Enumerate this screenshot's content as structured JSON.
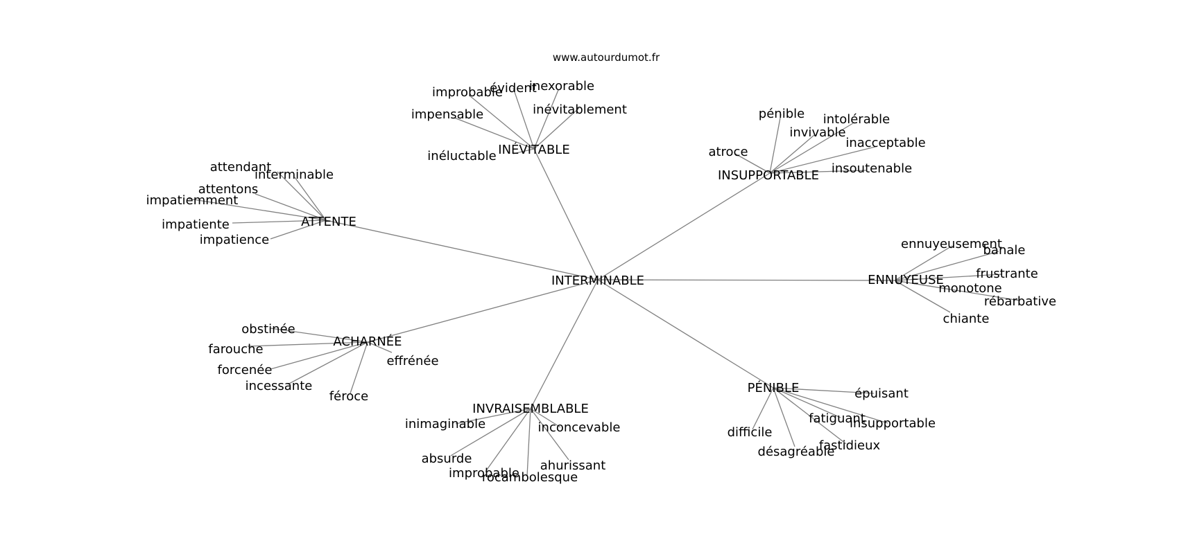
{
  "source": "www.autourdumot.fr",
  "center": "INTERMINABLE",
  "clusters": [
    {
      "label": "INÉVITABLE",
      "words": [
        "improbable",
        "évident",
        "inexorable",
        "inévitablement",
        "impensable",
        "inéluctable"
      ]
    },
    {
      "label": "INSUPPORTABLE",
      "words": [
        "pénible",
        "intolérable",
        "invivable",
        "inacceptable",
        "atroce",
        "insoutenable"
      ]
    },
    {
      "label": "ATTENTE",
      "words": [
        "attendant",
        "interminable",
        "attentons",
        "impatiemment",
        "impatiente",
        "impatience"
      ]
    },
    {
      "label": "ENNUYEUSE",
      "words": [
        "ennuyeusement",
        "banale",
        "frustrante",
        "monotone",
        "rébarbative",
        "chiante"
      ]
    },
    {
      "label": "ACHARNÉE",
      "words": [
        "obstinée",
        "farouche",
        "forcenée",
        "incessante",
        "féroce",
        "effrénée"
      ]
    },
    {
      "label": "PÉNIBLE",
      "words": [
        "épuisant",
        "fatiguant",
        "insupportable",
        "difficile",
        "fastidieux",
        "désagréable"
      ]
    },
    {
      "label": "INVRAISEMBLABLE",
      "words": [
        "inimaginable",
        "inconcevable",
        "absurde",
        "improbable",
        "ahurissant",
        "rocambolesque"
      ]
    }
  ]
}
